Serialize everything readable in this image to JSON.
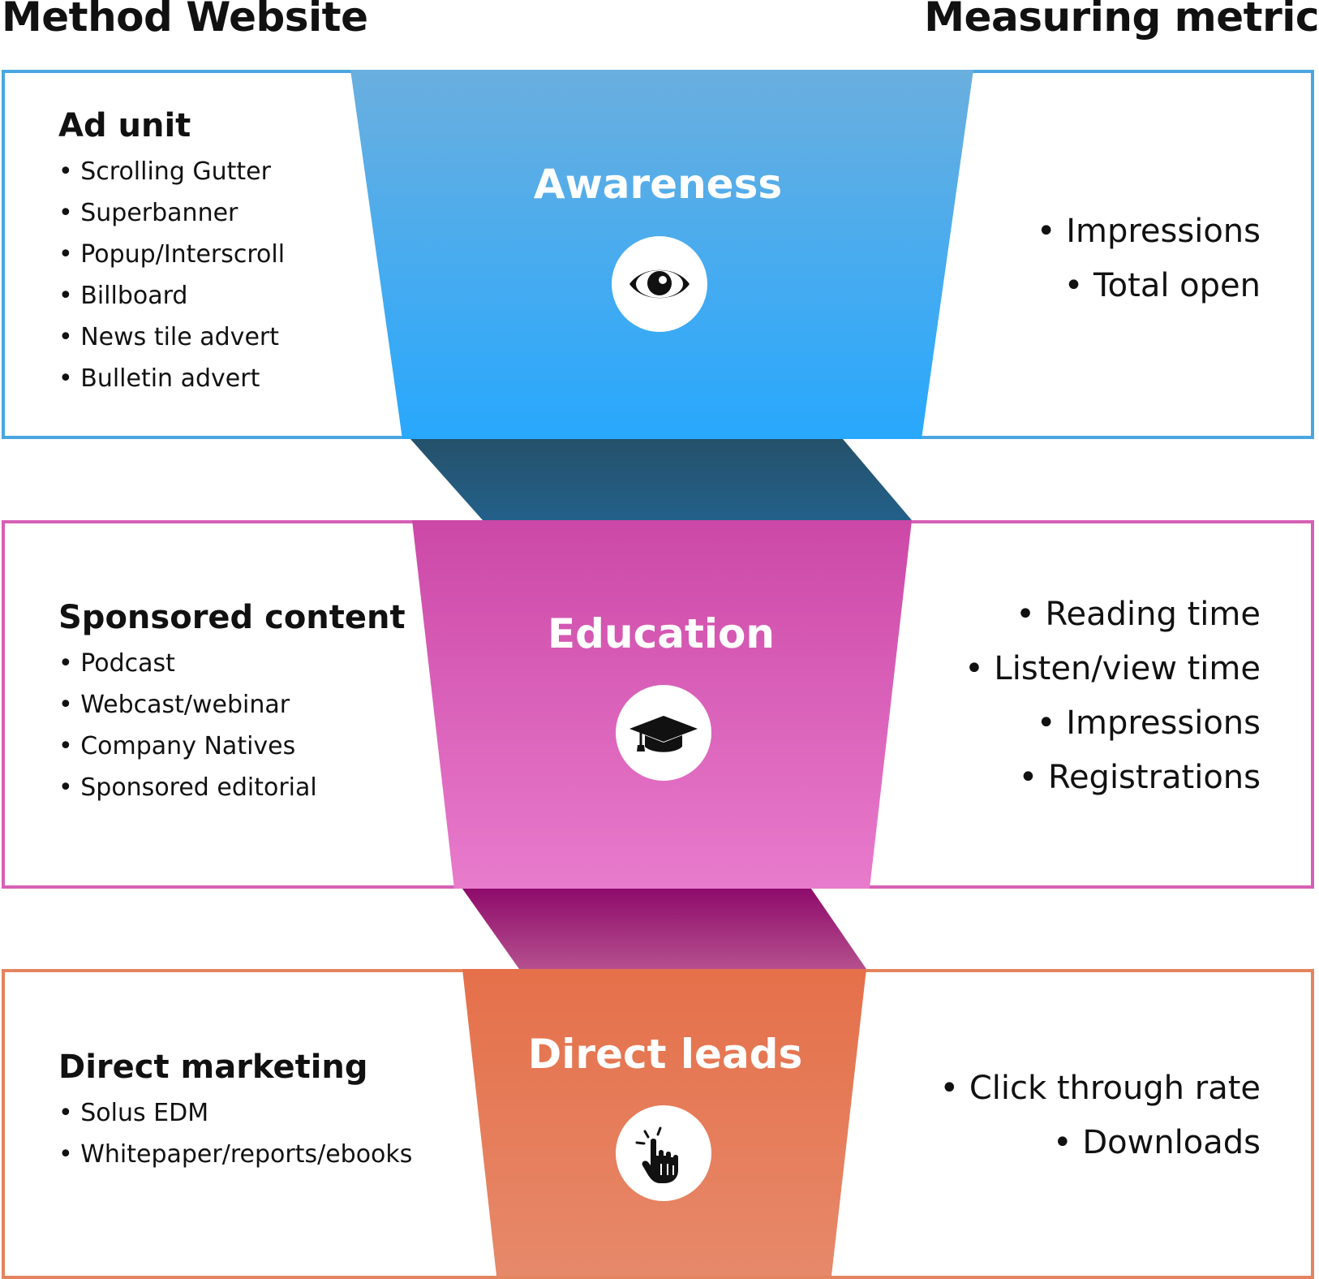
{
  "headers": {
    "left": "Method Website",
    "right": "Measuring metric"
  },
  "colors": {
    "awareness_border": "#4aa6e0",
    "awareness_top": "#6aafdf",
    "awareness_bottom": "#28a8fd",
    "connector1_top": "#25516a",
    "connector1_bottom": "#23608a",
    "education_border": "#d660b5",
    "education_top": "#cc48a7",
    "education_bottom": "#e87bcc",
    "connector2_top": "#8e0b6b",
    "connector2_bottom": "#b5508e",
    "leads_border": "#e3845e",
    "leads_top": "#e5704a",
    "leads_bottom": "#e6896a"
  },
  "stages": [
    {
      "name": "Awareness",
      "icon": "eye-icon",
      "method_title": "Ad unit",
      "methods": [
        "• Scrolling Gutter",
        "• Superbanner",
        "• Popup/Interscroll",
        "• Billboard",
        "• News tile advert",
        "• Bulletin advert"
      ],
      "metrics": [
        "• Impressions",
        "• Total open"
      ]
    },
    {
      "name": "Education",
      "icon": "graduation-cap-icon",
      "method_title": "Sponsored content",
      "methods": [
        "• Podcast",
        "• Webcast/webinar",
        "• Company Natives",
        "• Sponsored editorial"
      ],
      "metrics": [
        "• Reading time",
        "• Listen/view time",
        "• Impressions",
        "• Registrations"
      ]
    },
    {
      "name": "Direct leads",
      "icon": "pointer-click-icon",
      "method_title": "Direct marketing",
      "methods": [
        "• Solus EDM",
        "• Whitepaper/reports/ebooks"
      ],
      "metrics": [
        "• Click through rate",
        "• Downloads"
      ]
    }
  ]
}
